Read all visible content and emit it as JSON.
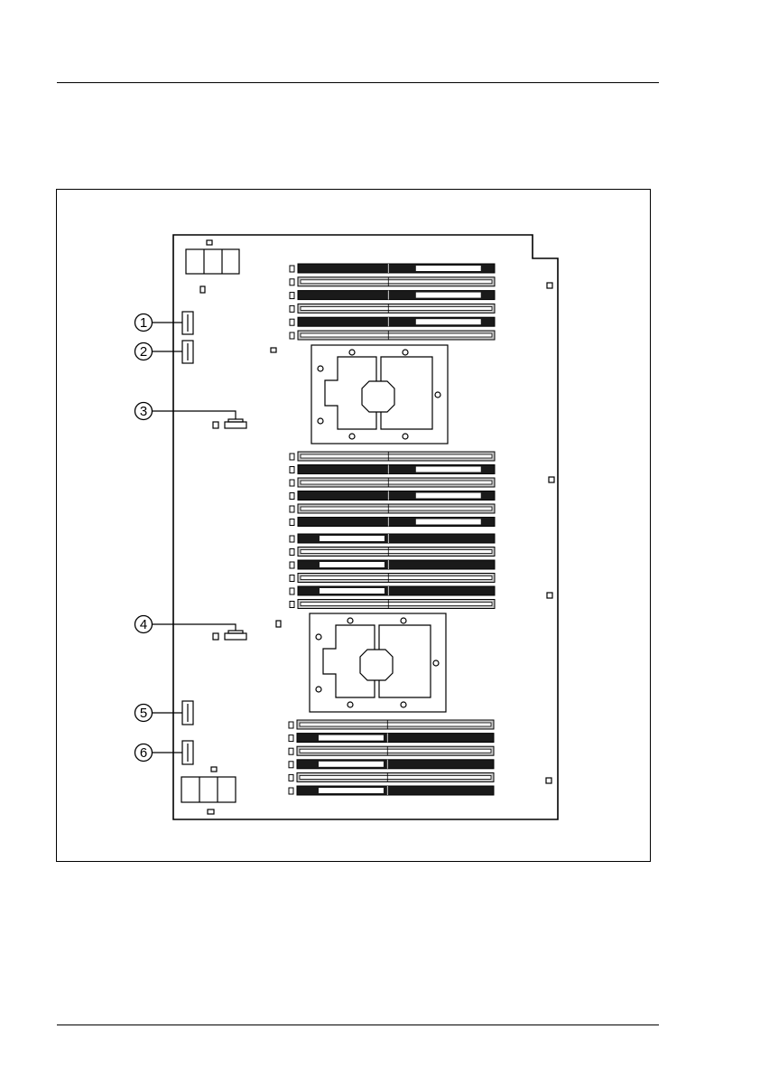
{
  "document": {
    "figure": {
      "callouts": [
        {
          "id": 1,
          "label": "1"
        },
        {
          "id": 2,
          "label": "2"
        },
        {
          "id": 3,
          "label": "3"
        },
        {
          "id": 4,
          "label": "4"
        },
        {
          "id": 5,
          "label": "5"
        },
        {
          "id": 6,
          "label": "6"
        }
      ],
      "dimm_groups": [
        {
          "name": "cpu1-upper-slots",
          "patterns": [
            "black-right",
            "gray",
            "black-right",
            "gray",
            "black-right",
            "gray"
          ]
        },
        {
          "name": "cpu1-lower-slots",
          "patterns": [
            "gray",
            "black-right",
            "gray",
            "black-right",
            "gray",
            "black-right"
          ]
        },
        {
          "name": "cpu2-upper-slots",
          "patterns": [
            "black-left",
            "gray",
            "black-left",
            "gray",
            "black-left",
            "gray"
          ]
        },
        {
          "name": "cpu2-lower-slots",
          "patterns": [
            "gray",
            "black-left",
            "gray",
            "black-left",
            "gray",
            "black-left"
          ]
        }
      ],
      "colors": {
        "line": "#000000",
        "slot_dark": "#1a1a1a",
        "slot_gray": "#c8c8c8",
        "paper": "#ffffff"
      }
    }
  }
}
